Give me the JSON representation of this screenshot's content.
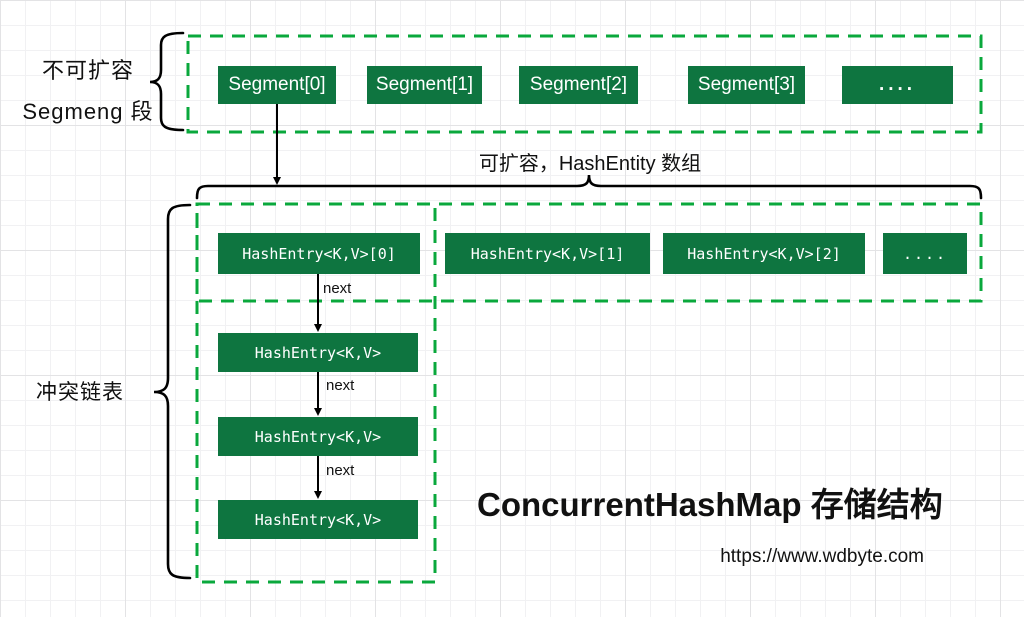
{
  "annotations": {
    "non_expandable_line1": "不可扩容",
    "non_expandable_line2": "Segmeng 段",
    "expandable_note": "可扩容，HashEntity 数组",
    "conflict_chain": "冲突链表",
    "next_label": "next"
  },
  "segment_row": {
    "items": [
      "Segment[0]",
      "Segment[1]",
      "Segment[2]",
      "Segment[3]",
      "...."
    ]
  },
  "hash_entry_row": {
    "items": [
      "HashEntry<K,V>[0]",
      "HashEntry<K,V>[1]",
      "HashEntry<K,V>[2]",
      "...."
    ]
  },
  "chain": {
    "items": [
      "HashEntry<K,V>",
      "HashEntry<K,V>",
      "HashEntry<K,V>"
    ]
  },
  "footer": {
    "title": "ConcurrentHashMap 存储结构",
    "url": "https://www.wdbyte.com"
  },
  "colors": {
    "box_fill": "#0e7540",
    "dash_green": "#0aa83c",
    "line_black": "#000000",
    "text_white": "#ffffff"
  }
}
